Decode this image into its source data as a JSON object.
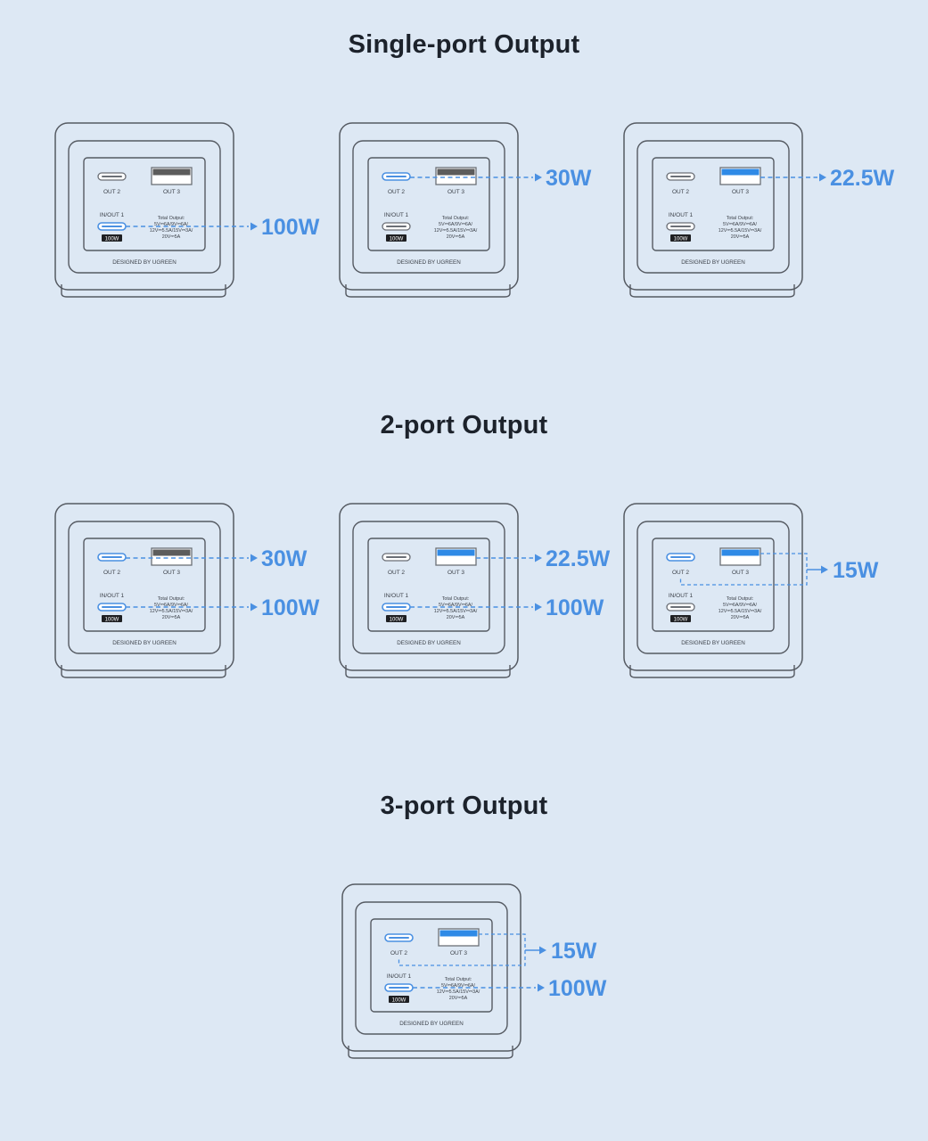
{
  "port_labels": {
    "out2": "OUT 2",
    "out3": "OUT 3",
    "inout1": "IN/OUT 1",
    "badge": "100W",
    "designed": "DESIGNED BY UGREEN"
  },
  "total_output": {
    "title": "Total Output:",
    "line1": "5V⎓6A/9V⎓6A/",
    "line2": "12V⎓5.5A/15V⎓3A/",
    "line3": "20V⎓5A"
  },
  "colors": {
    "background": "#dde8f4",
    "accent": "#4a90e2",
    "usb_a_active": "#2f8ae6",
    "usb_a_inactive": "#5c5c5c",
    "device_stroke": "#555a62"
  },
  "sections": [
    {
      "title": "Single-port Output",
      "devices": [
        {
          "active": [
            "inout1"
          ],
          "outputs": [
            {
              "port": "inout1",
              "watts": "100W"
            }
          ]
        },
        {
          "active": [
            "out2"
          ],
          "outputs": [
            {
              "port": "out2",
              "watts": "30W"
            }
          ]
        },
        {
          "active": [
            "out3"
          ],
          "outputs": [
            {
              "port": "out3",
              "watts": "22.5W"
            }
          ]
        }
      ]
    },
    {
      "title": "2-port Output",
      "devices": [
        {
          "active": [
            "out2",
            "inout1"
          ],
          "outputs": [
            {
              "port": "out2",
              "watts": "30W"
            },
            {
              "port": "inout1",
              "watts": "100W"
            }
          ]
        },
        {
          "active": [
            "out3",
            "inout1"
          ],
          "outputs": [
            {
              "port": "out3",
              "watts": "22.5W"
            },
            {
              "port": "inout1",
              "watts": "100W"
            }
          ]
        },
        {
          "active": [
            "out2",
            "out3"
          ],
          "outputs": [
            {
              "port": "combined",
              "watts": "15W"
            }
          ]
        }
      ]
    },
    {
      "title": "3-port Output",
      "devices": [
        {
          "active": [
            "out2",
            "out3",
            "inout1"
          ],
          "outputs": [
            {
              "port": "combined",
              "watts": "15W"
            },
            {
              "port": "inout1",
              "watts": "100W"
            }
          ]
        }
      ]
    }
  ]
}
